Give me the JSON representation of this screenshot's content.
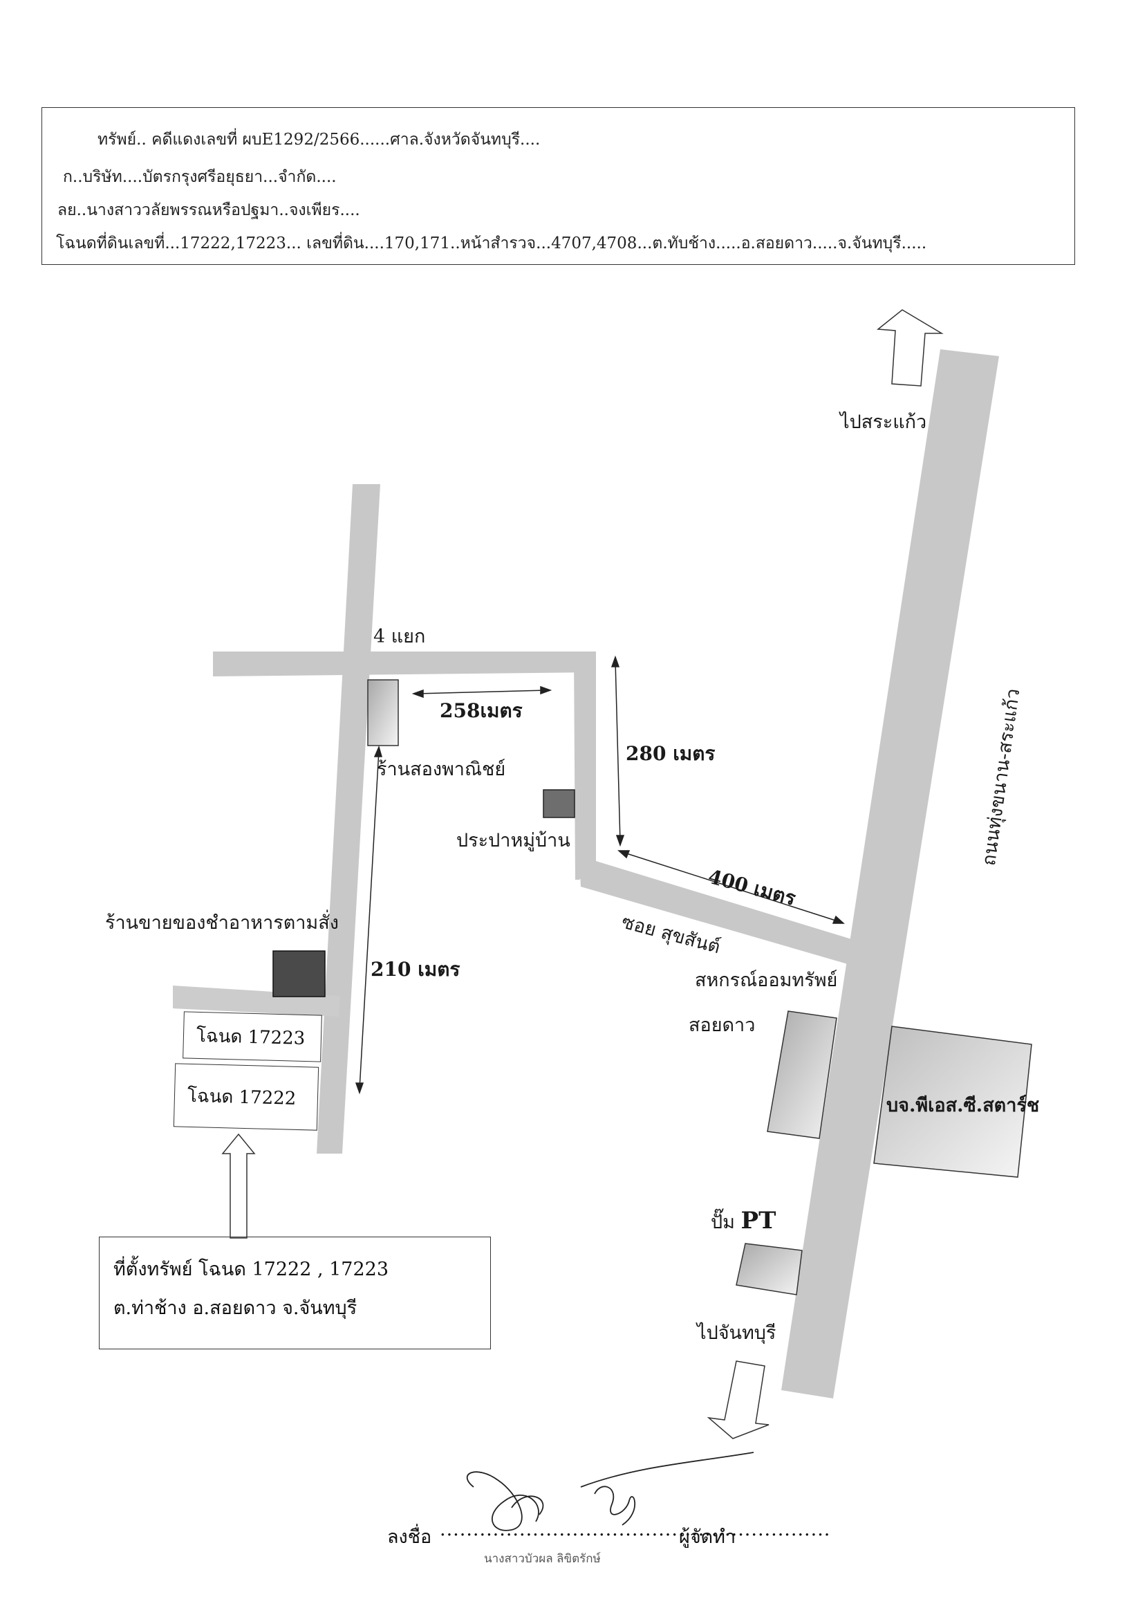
{
  "header": {
    "line1": "ทรัพย์.. คดีแดงเลขที่ ผบE1292/2566......ศาล.จังหวัดจันทบุรี....",
    "line2": "ก..บริษัท....บัตรกรุงศรีอยุธยา...จำกัด....",
    "line3": "ลย..นางสาววลัยพรรณหรือปฐมา..จงเพียร....",
    "line4": "โฉนดที่ดินเลขที่...17222,17223... เลขที่ดิน....170,171..หน้าสำรวจ...4707,4708...ต.ทับช้าง.....อ.สอยดาว.....จ.จันทบุรี....."
  },
  "map": {
    "to_sakaeo": "ไปสระแก้ว",
    "to_chanthaburi": "ไปจันทบุรี",
    "highway_name": "ถนนทุ่งขนาน-สระแก้ว",
    "intersection": "4 แยก",
    "dist_258": "258เมตร",
    "dist_280": "280 เมตร",
    "dist_400": "400 เมตร",
    "dist_210": "210 เมตร",
    "shop_song": "ร้านสองพาณิชย์",
    "village_tap": "ประปาหมู่บ้าน",
    "food_shop": "ร้านขายของชำอาหารตามสั่ง",
    "soi_name": "ซอย สุขสันต์",
    "coop_line1": "สหกรณ์ออมทรัพย์",
    "coop_line2": "สอยดาว",
    "company": "บจ.พีเอส.ซี.สตาร์ช",
    "pump": "ปั๊ม",
    "pump_brand": "PT",
    "deed_17223": "โฉนด 17223",
    "deed_17222": "โฉนด 17222"
  },
  "location": {
    "line1": "ที่ตั้งทรัพย์ โฉนด 17222 , 17223",
    "line2": "ต.ท่าช้าง อ.สอยดาว จ.จันทบุรี"
  },
  "signature": {
    "sign_label": "ลงชื่อ",
    "dots": "...........................................................",
    "role": "ผู้จัดทำ",
    "signer": "นางสาวบัวผล ลิขิตรักษ์"
  }
}
